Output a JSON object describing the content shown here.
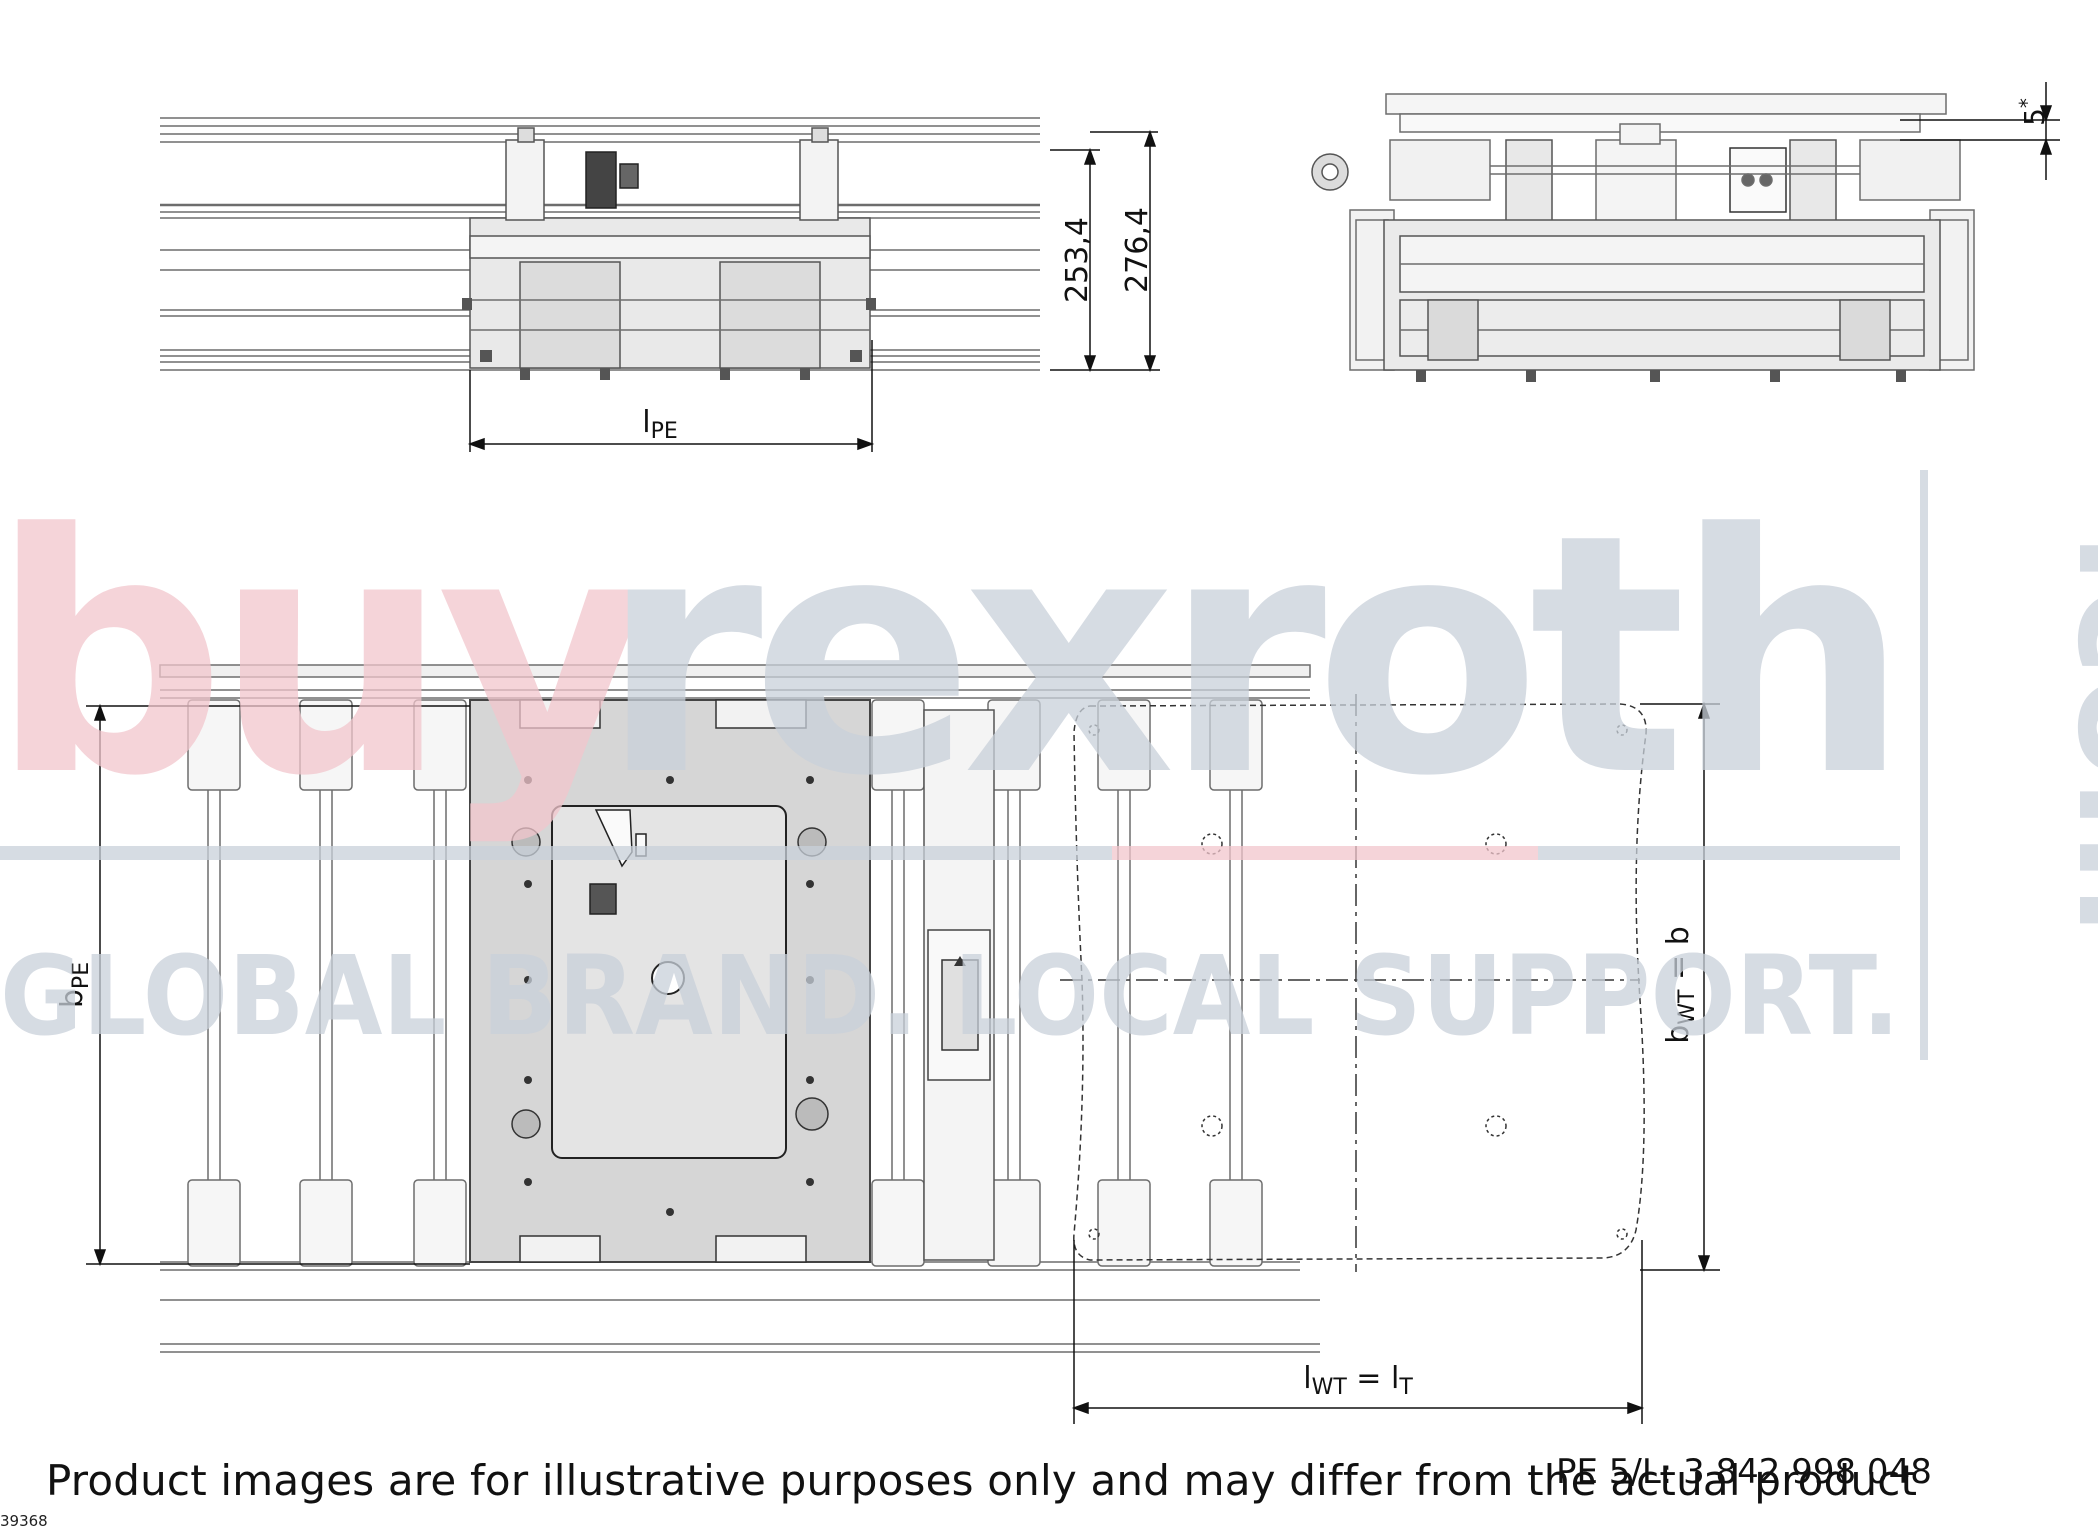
{
  "dimensions": {
    "height_a": "253,4",
    "height_b": "276,4",
    "offset": "5",
    "offset_mark": "*",
    "l_pe": {
      "base": "l",
      "sub": "PE"
    },
    "b_pe": {
      "base": "b",
      "sub": "PE"
    },
    "b_wt": {
      "base": "b",
      "sub": "WT",
      "rest": " = b"
    },
    "l_wt": {
      "base": "l",
      "sub1": "WT",
      "mid": " = l",
      "sub2": "T"
    }
  },
  "watermark": {
    "brand_buy": "buy",
    "brand_rexroth": "rexroth",
    "brand_com": ".com",
    "tagline": "GLOBAL BRAND. LOCAL SUPPORT.",
    "color_buy": "#f2c6cc",
    "color_rexroth": "#c9d0da"
  },
  "part_label": "PE 5/L: 3 842 998 048",
  "disclaimer": "Product images are for illustrative purposes only and may differ from the actual product",
  "drawing_id": "39368"
}
